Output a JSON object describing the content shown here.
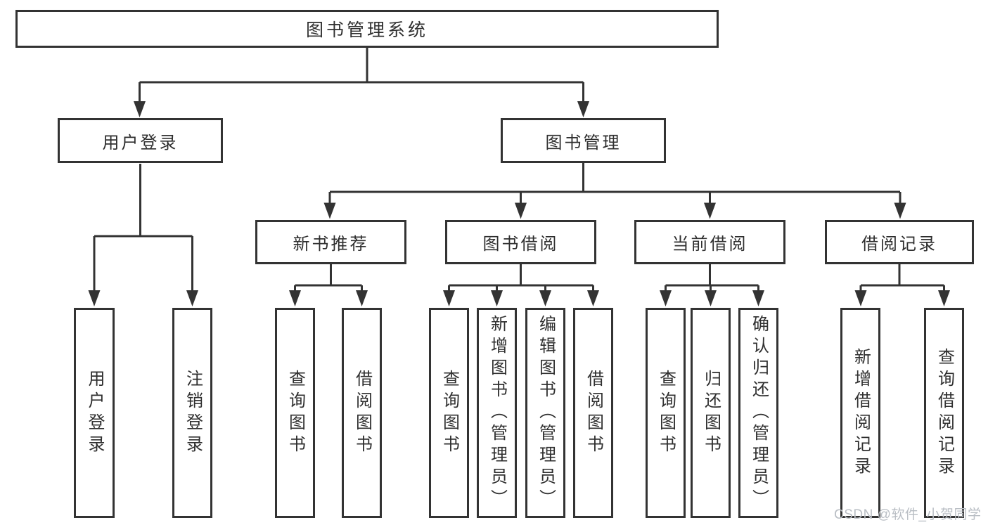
{
  "diagram": {
    "root": "图书管理系统",
    "branches": [
      "用户登录",
      "图书管理"
    ],
    "sections": [
      "新书推荐",
      "图书借阅",
      "当前借阅",
      "借阅记录"
    ],
    "leaves": [
      "用户登录",
      "注销登录",
      "查询图书",
      "借阅图书",
      "查询图书",
      "新增图书（管理员）",
      "编辑图书（管理员）",
      "借阅图书",
      "查询图书",
      "归还图书",
      "确认归还（管理员）",
      "新增借阅记录",
      "查询借阅记录"
    ]
  },
  "watermark": "CSDN @软件_小贺同学",
  "colors": {
    "line": "#333333",
    "text": "#2f2f2f",
    "watermark": "#b9bec4",
    "background": "#ffffff"
  }
}
